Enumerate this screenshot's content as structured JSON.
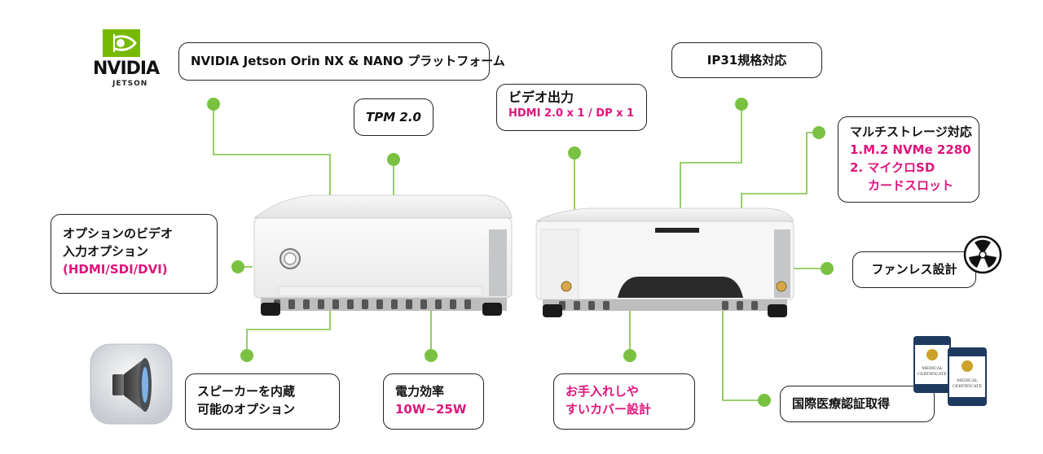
{
  "logo": {
    "brand": "NVIDIA",
    "sub": "JETSON",
    "eye_color": "#76b900"
  },
  "colors": {
    "accent": "#e0147c",
    "leader": "#7ac142"
  },
  "callouts": {
    "platform": "NVIDIA Jetson Orin NX & NANO プラットフォーム",
    "tpm": "TPM 2.0",
    "video_out_title": "ビデオ出力",
    "video_out_detail": "HDMI 2.0 x 1   / DP x 1",
    "ip31": "IP31規格対応",
    "storage_title": "マルチストレージ対応",
    "storage_line1": "1.M.2 NVMe 2280",
    "storage_line2": "2. マイクロSD",
    "storage_line3": "カードスロット",
    "video_opt_line1": "オプションのビデオ",
    "video_opt_line2": "入力オプション",
    "video_opt_line3": "(HDMI/SDI/DVI)",
    "fanless": "ファンレス設計",
    "speaker_line1": "スピーカーを内蔵",
    "speaker_line2": "可能のオプション",
    "power_title": "電力効率",
    "power_detail": "10W~25W",
    "cover_line1": "お手入れしや",
    "cover_line2": "すいカバー設計",
    "medical": "国際医療認証取得"
  },
  "icons": {
    "speaker": "speaker-icon",
    "fan": "fan-icon",
    "certificate": "medical-certificate-icon",
    "power_button": "power-button-icon"
  },
  "certificate_text": {
    "line1": "MEDICAL",
    "line2": "CERTIFICATE"
  }
}
